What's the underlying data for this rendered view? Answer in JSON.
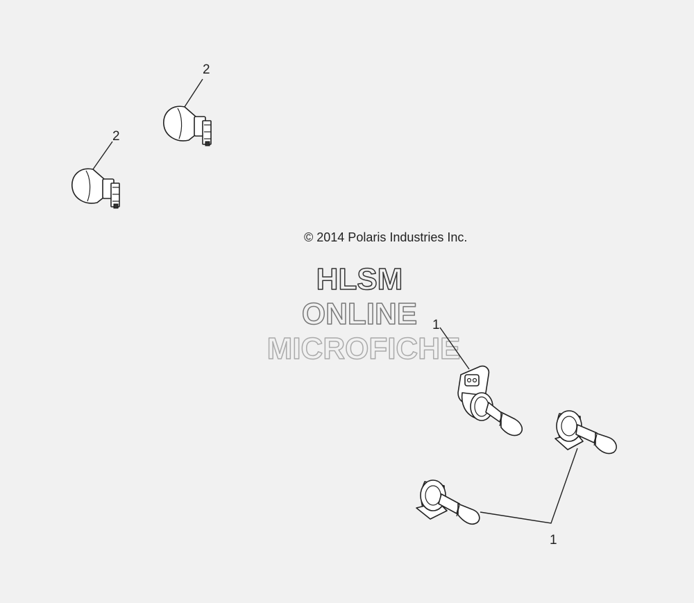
{
  "copyright": "© 2014 Polaris Industries Inc.",
  "watermark": {
    "line1": "HLSM",
    "line2": "ONLINE",
    "line3": "MICROFICHE"
  },
  "callouts": {
    "bulb_top_upper": "2",
    "bulb_top_lower": "2",
    "headlight_connector": "1",
    "headlight_pair": "1"
  },
  "parts": [
    {
      "ref": "1",
      "icon": "headlight-bulb-icon"
    },
    {
      "ref": "2",
      "icon": "wedge-bulb-icon"
    }
  ]
}
